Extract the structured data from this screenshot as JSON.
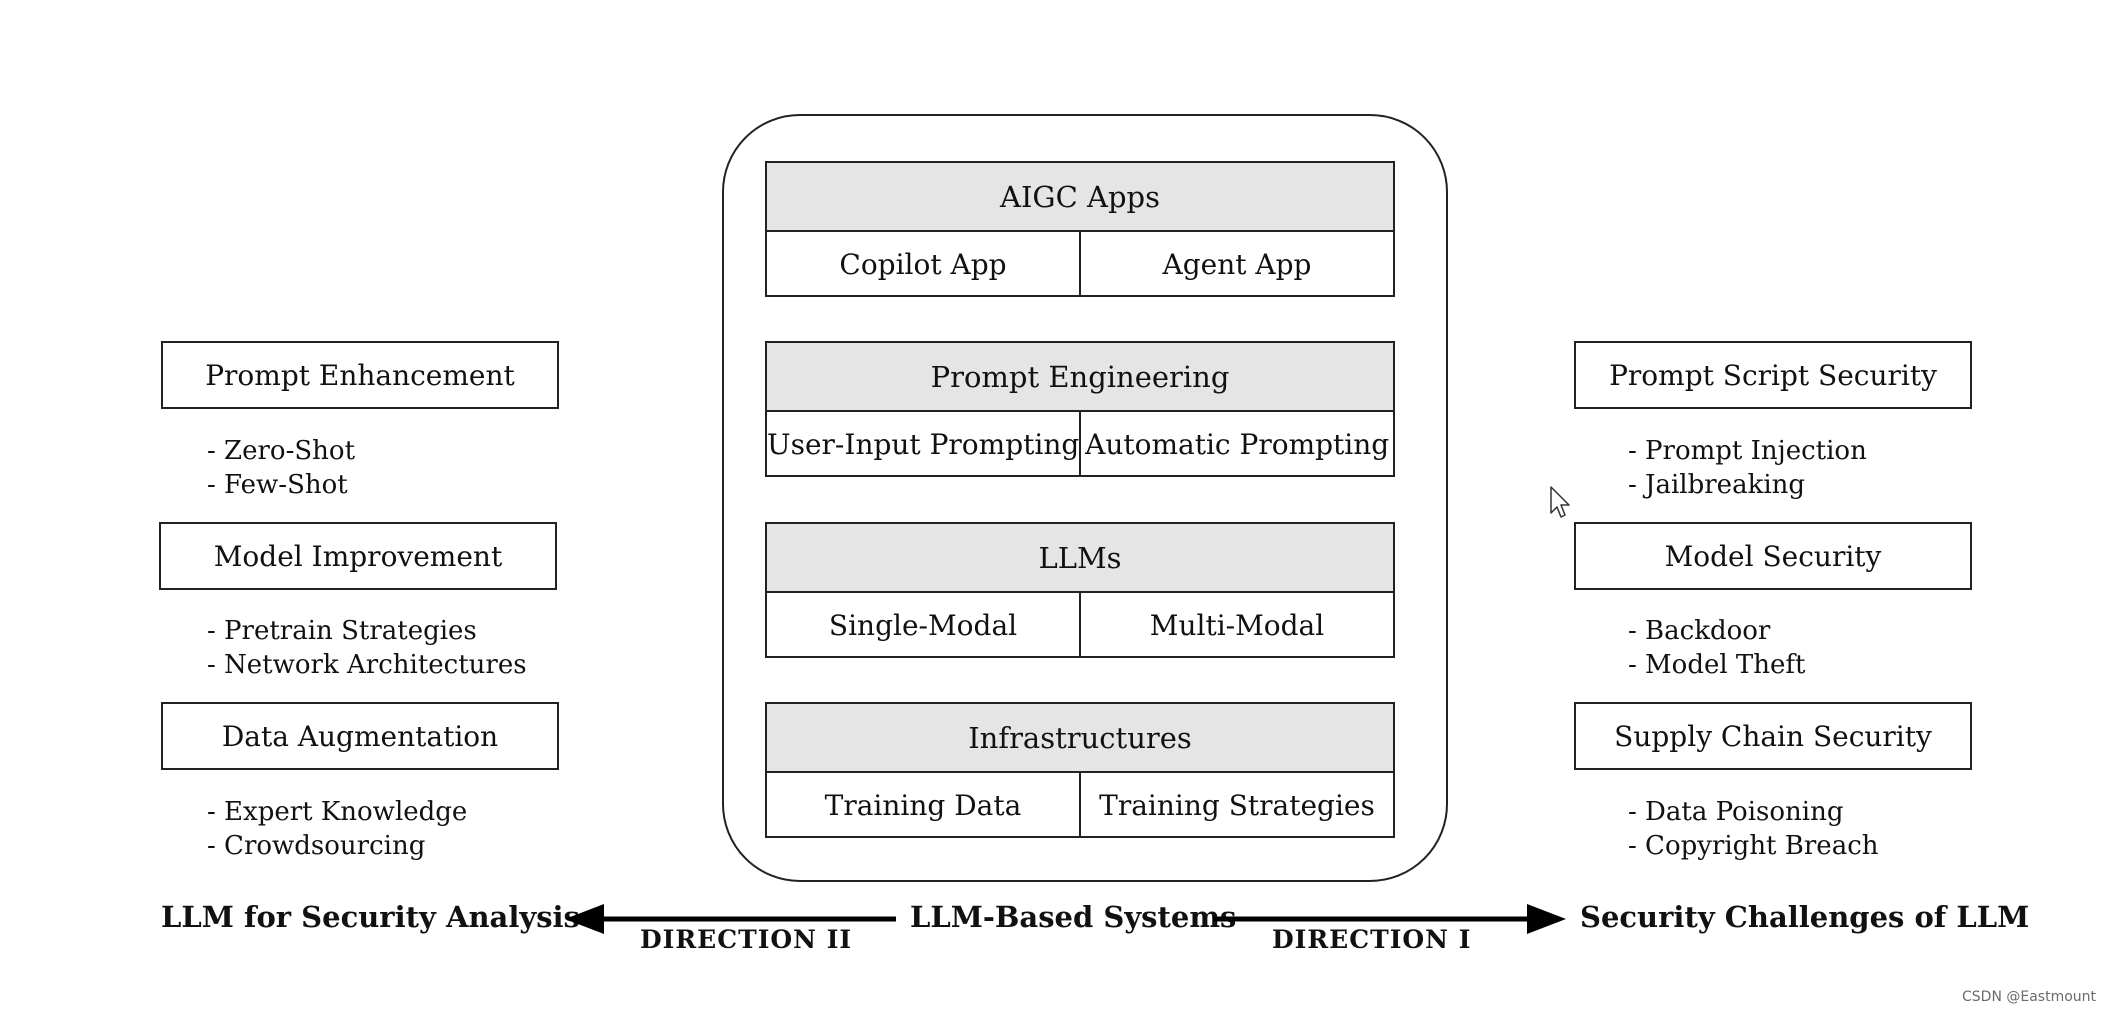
{
  "center": {
    "layers": [
      {
        "title": "AIGC Apps",
        "cells": [
          "Copilot App",
          "Agent App"
        ]
      },
      {
        "title": "Prompt Engineering",
        "cells": [
          "User-Input Prompting",
          "Automatic Prompting"
        ]
      },
      {
        "title": "LLMs",
        "cells": [
          "Single-Modal",
          "Multi-Modal"
        ]
      },
      {
        "title": "Infrastructures",
        "cells": [
          "Training Data",
          "Training Strategies"
        ]
      }
    ]
  },
  "left": {
    "groups": [
      {
        "title": "Prompt Enhancement",
        "items": [
          "- Zero-Shot",
          "- Few-Shot"
        ]
      },
      {
        "title": "Model Improvement",
        "items": [
          "- Pretrain Strategies",
          "- Network Architectures"
        ]
      },
      {
        "title": "Data Augmentation",
        "items": [
          "- Expert Knowledge",
          "- Crowdsourcing"
        ]
      }
    ]
  },
  "right": {
    "groups": [
      {
        "title": "Prompt Script Security",
        "items": [
          "- Prompt Injection",
          "- Jailbreaking"
        ]
      },
      {
        "title": "Model Security",
        "items": [
          "- Backdoor",
          "- Model Theft"
        ]
      },
      {
        "title": "Supply Chain Security",
        "items": [
          "- Data Poisoning",
          "- Copyright Breach"
        ]
      }
    ]
  },
  "bottom": {
    "left_label": "LLM for Security Analysis",
    "center_label": "LLM-Based Systems",
    "right_label": "Security Challenges of LLM",
    "direction_left": "DIRECTION II",
    "direction_right": "DIRECTION I"
  },
  "watermark": "CSDN @Eastmount"
}
